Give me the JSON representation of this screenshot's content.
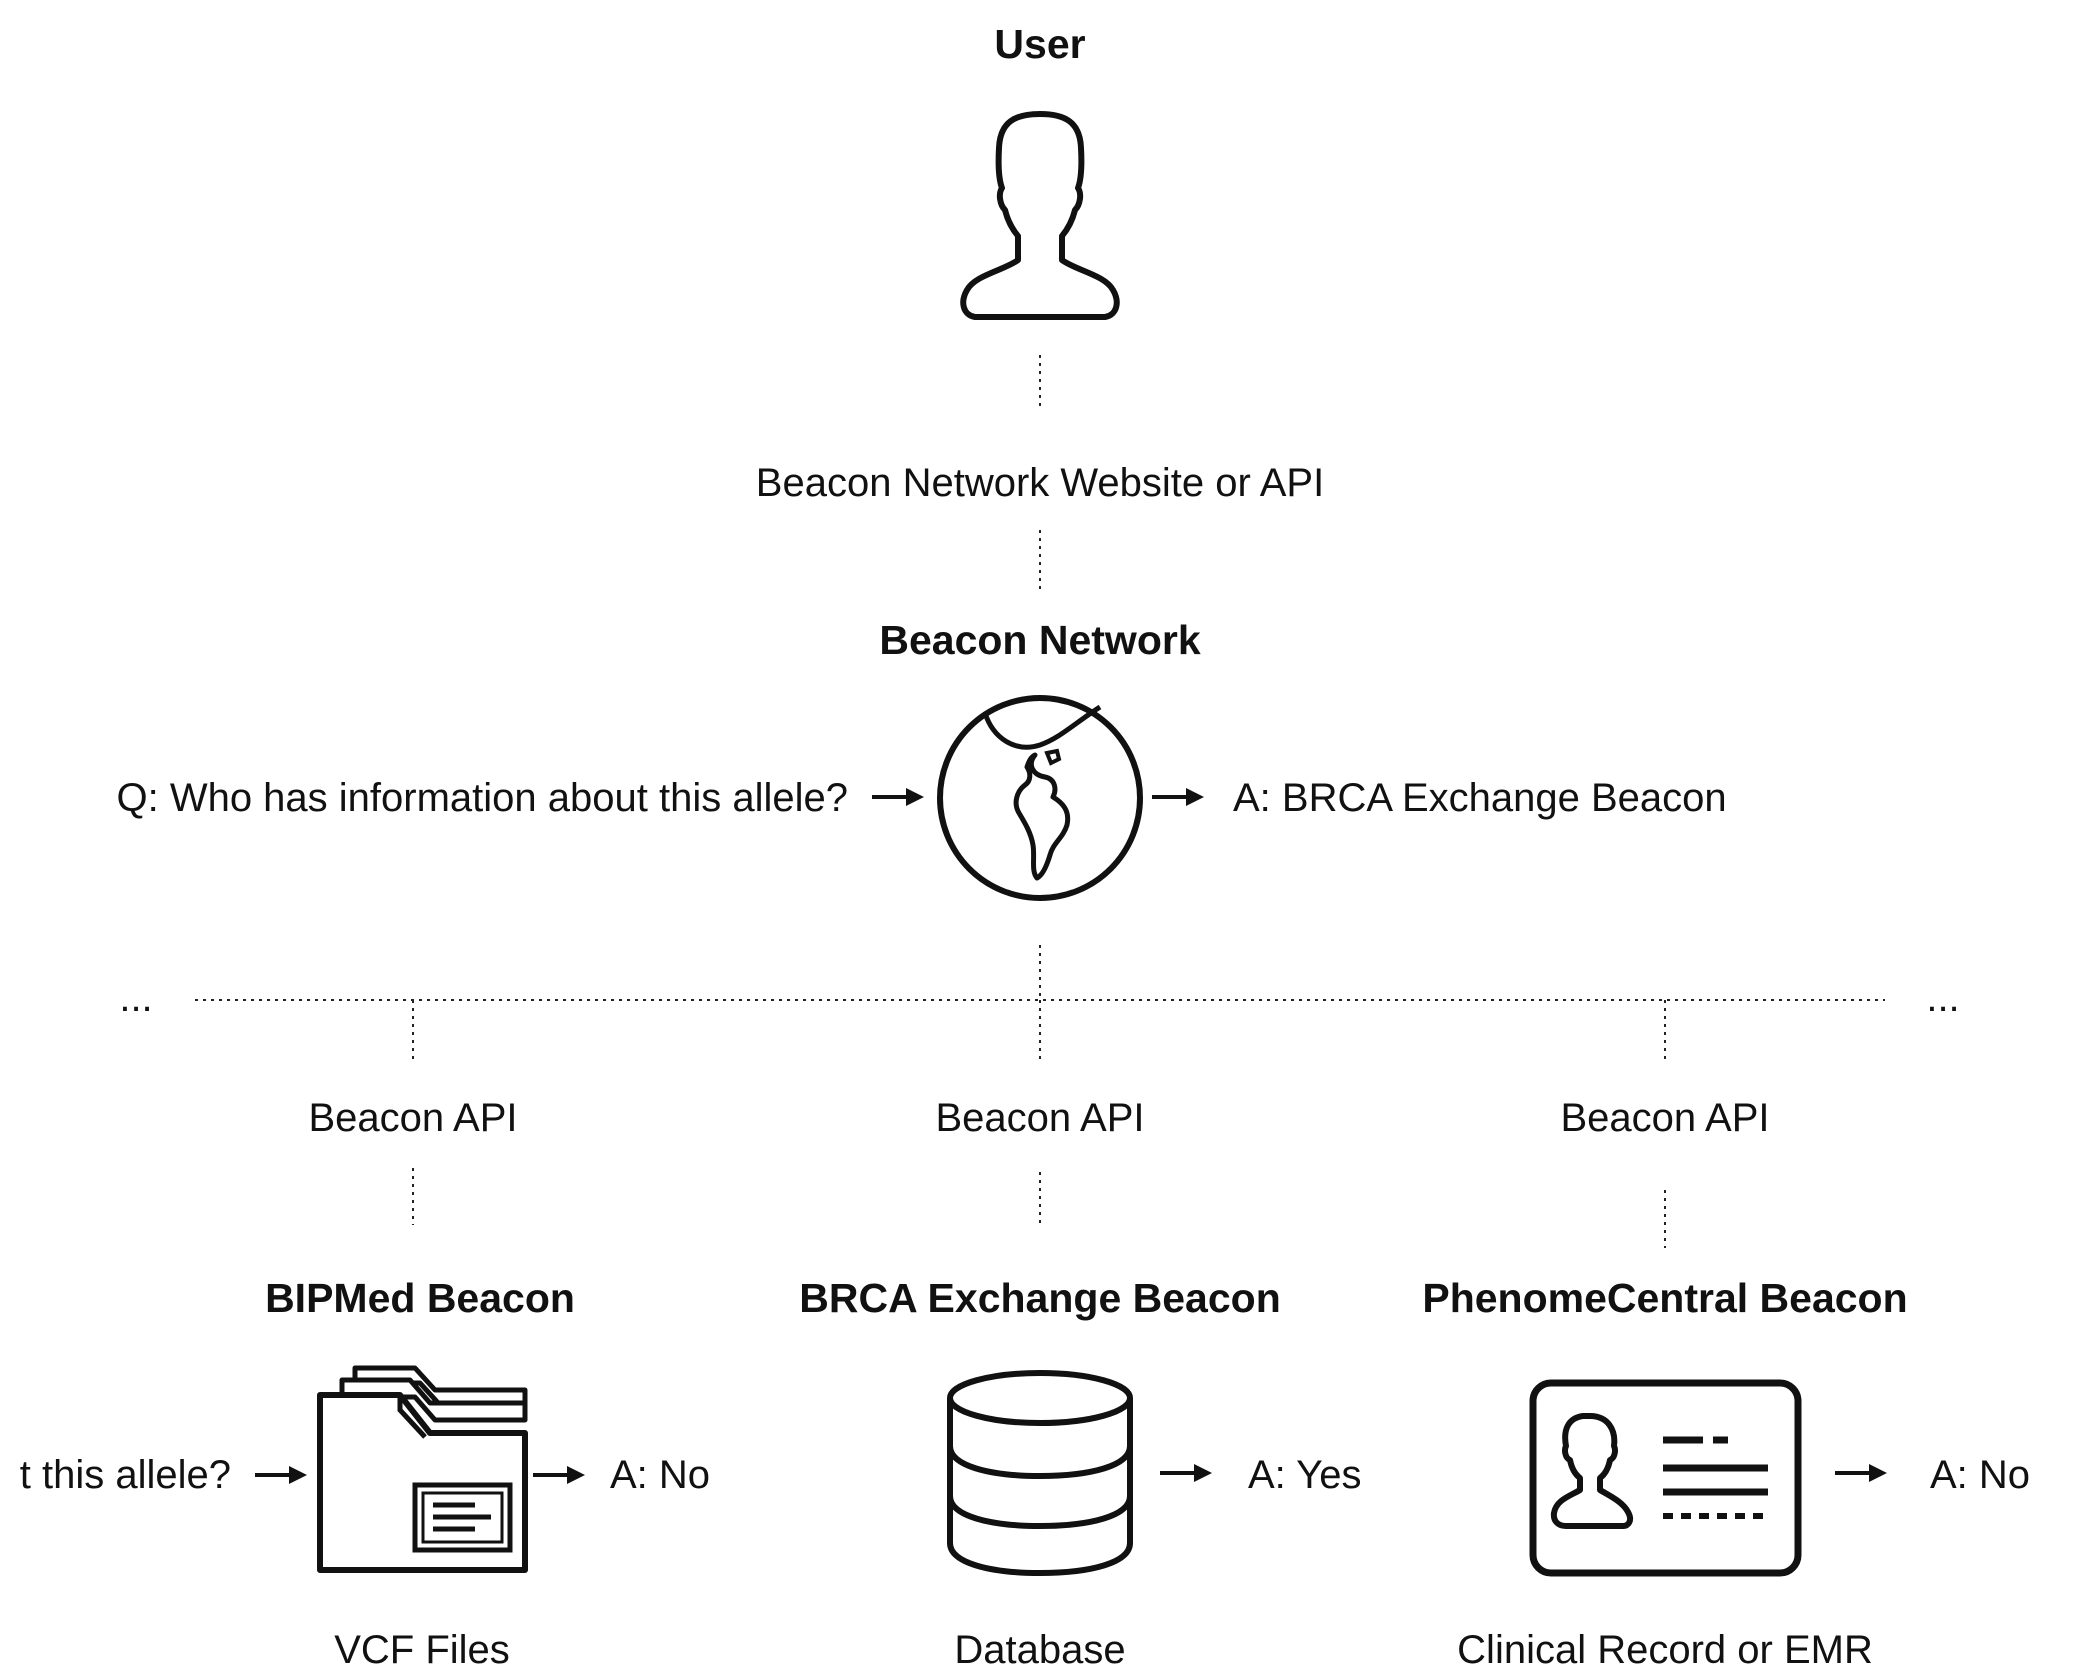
{
  "user": {
    "title": "User",
    "icon": "user-silhouette-icon"
  },
  "user_link_label": "Beacon Network Website or API",
  "network": {
    "title": "Beacon Network",
    "icon": "globe-icon",
    "question": "Q: Who has information about this allele?",
    "answer": "A: BRCA Exchange Beacon"
  },
  "ellipsis": "...",
  "beacons": [
    {
      "api_label": "Beacon API",
      "title": "BIPMed Beacon",
      "icon": "folder-files-icon",
      "question_fragment": "t this allele?",
      "answer": "A: No",
      "storage": "VCF Files"
    },
    {
      "api_label": "Beacon API",
      "title": "BRCA Exchange Beacon",
      "icon": "database-icon",
      "answer": "A: Yes",
      "storage": "Database"
    },
    {
      "api_label": "Beacon API",
      "title": "PhenomeCentral Beacon",
      "icon": "id-card-icon",
      "answer": "A: No",
      "storage": "Clinical Record or EMR"
    }
  ]
}
